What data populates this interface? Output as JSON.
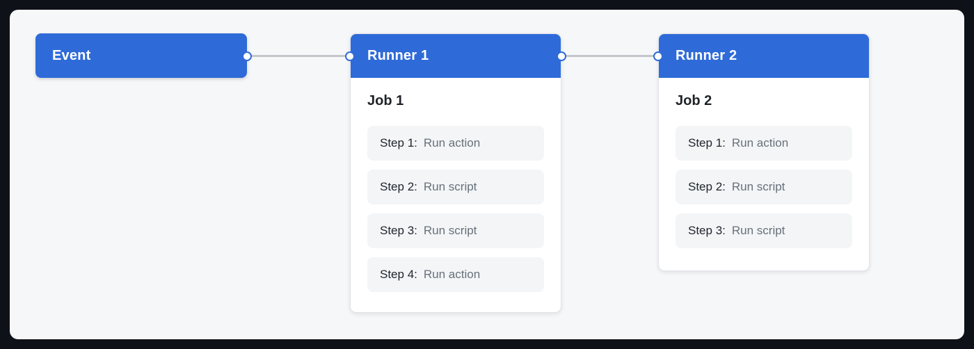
{
  "colors": {
    "frame-bg": "#0e1218",
    "panel-bg": "#f6f7f9",
    "node-blue": "#2f6bd8",
    "node-text": "#ffffff",
    "card-bg": "#ffffff",
    "card-border": "#dfe2e6",
    "step-bg": "#f3f5f7",
    "step-label": "#21262d",
    "step-value": "#68707a",
    "job-title": "#1f2328",
    "connector": "#c3c7cb"
  },
  "diagram": {
    "event": {
      "label": "Event"
    },
    "runners": [
      {
        "label": "Runner 1",
        "job": {
          "title": "Job 1",
          "steps": [
            {
              "label": "Step 1:",
              "action": "Run action"
            },
            {
              "label": "Step 2:",
              "action": "Run script"
            },
            {
              "label": "Step 3:",
              "action": "Run script"
            },
            {
              "label": "Step 4:",
              "action": "Run action"
            }
          ]
        }
      },
      {
        "label": "Runner 2",
        "job": {
          "title": "Job 2",
          "steps": [
            {
              "label": "Step 1:",
              "action": "Run action"
            },
            {
              "label": "Step 2:",
              "action": "Run script"
            },
            {
              "label": "Step 3:",
              "action": "Run script"
            }
          ]
        }
      }
    ]
  }
}
